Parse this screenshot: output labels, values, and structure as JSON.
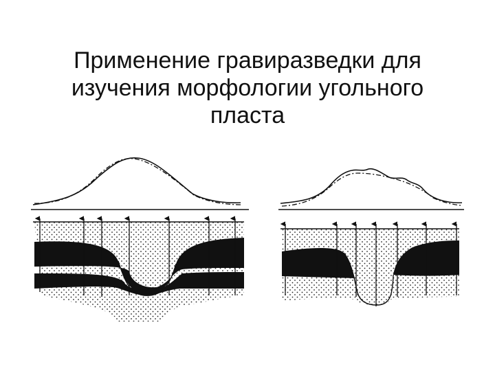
{
  "slide": {
    "title_lines": [
      "Применение гравиразведки для",
      "изучения морфологии угольного",
      "пласта"
    ]
  },
  "colors": {
    "ink": "#111111",
    "background": "#ffffff"
  }
}
